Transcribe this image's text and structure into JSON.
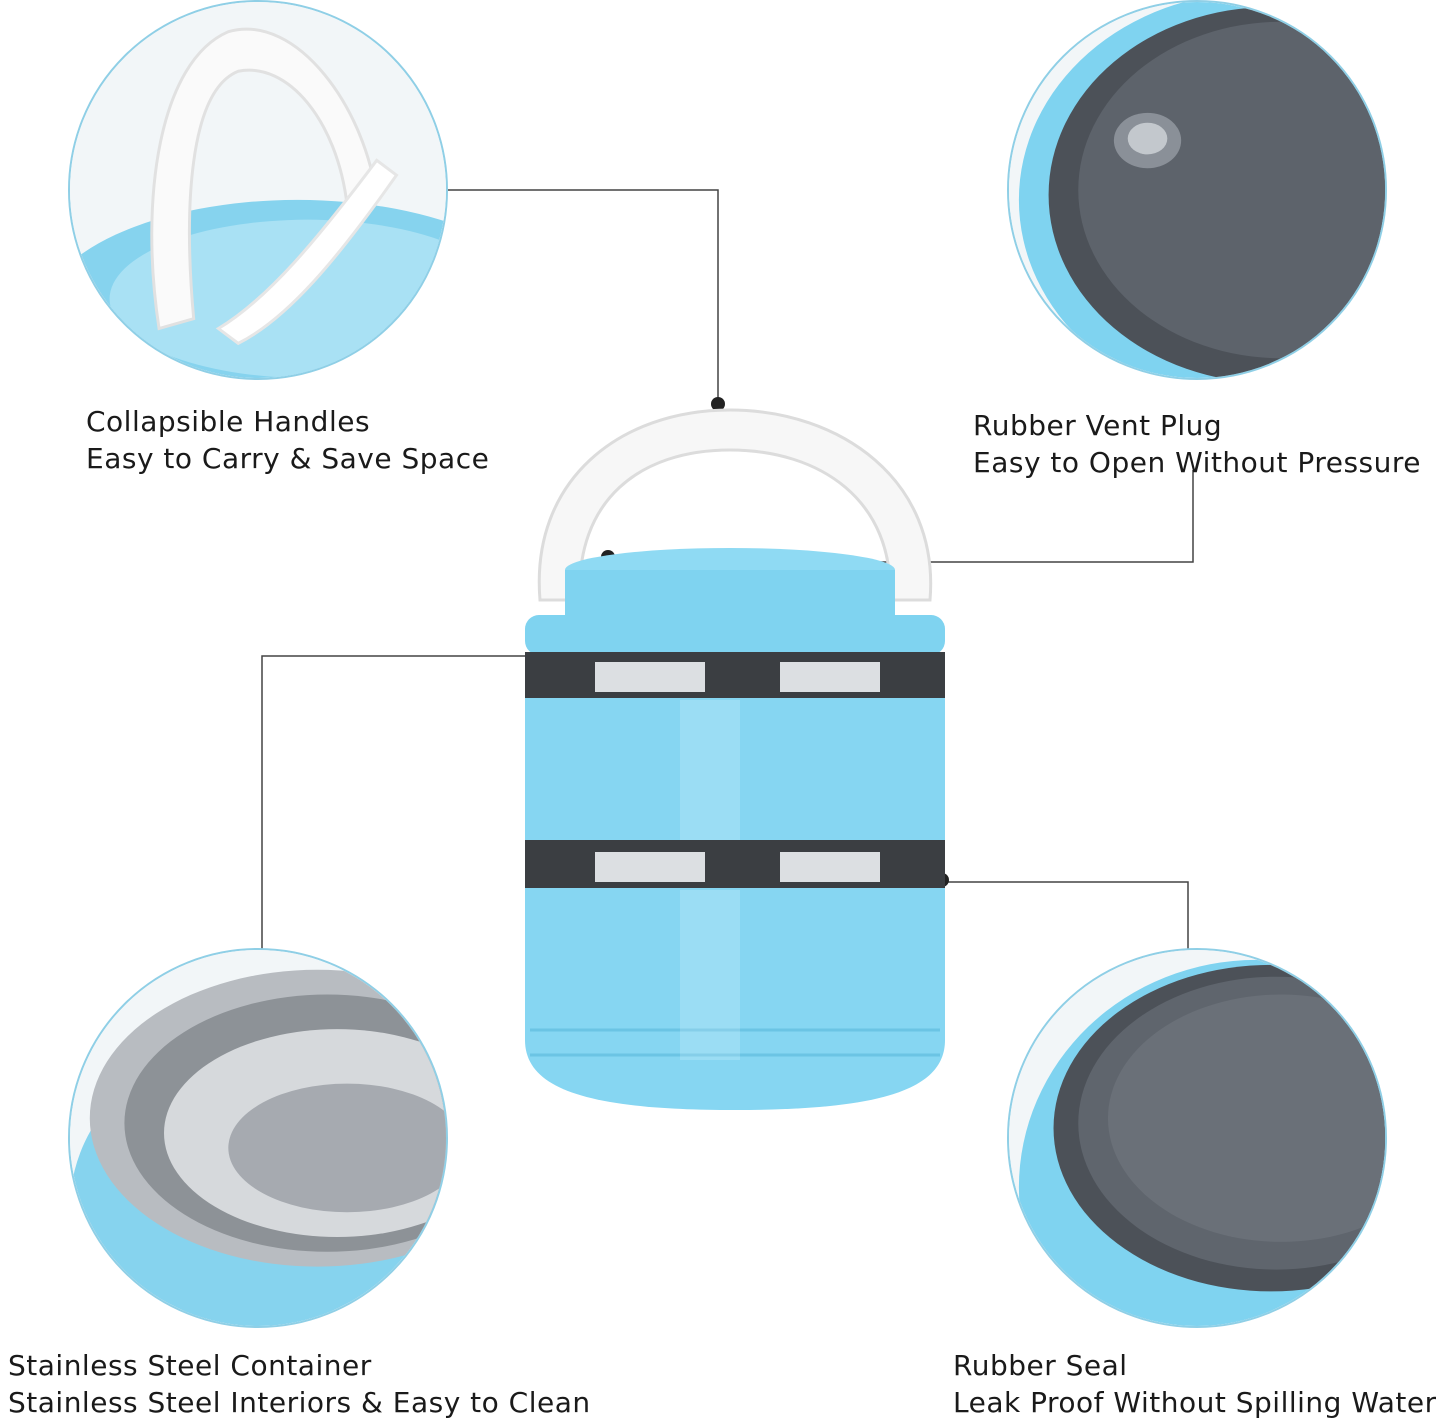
{
  "features": [
    {
      "id": "handles",
      "title": "Collapsible Handles",
      "subtitle": "Easy to Carry & Save Space"
    },
    {
      "id": "vent",
      "title": "Rubber Vent Plug",
      "subtitle": "Easy to Open Without Pressure"
    },
    {
      "id": "container",
      "title": "Stainless Steel Container",
      "subtitle": "Stainless Steel Interiors & Easy to Clean"
    },
    {
      "id": "seal",
      "title": "Rubber Seal",
      "subtitle": "Leak Proof Without Spilling Water"
    }
  ],
  "colors": {
    "body_blue": "#7fd3f0",
    "lid_gray": "#5b6068",
    "steel": "#c9ccd0",
    "handle_white": "#f5f5f5",
    "text": "#1a1a1a"
  }
}
